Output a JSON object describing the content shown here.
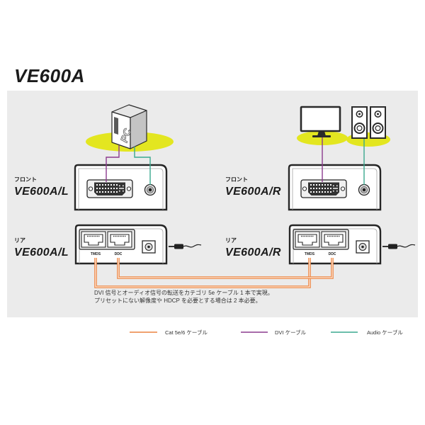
{
  "title": "VE600A",
  "colors": {
    "panel": "#ebebeb",
    "highlight": "#e3e620",
    "cat": "#ec8440",
    "dvi": "#8c3a8e",
    "audio": "#3aa98f"
  },
  "devices": {
    "pc": {
      "label": "PC",
      "icon": "pc-tower-icon"
    },
    "monitor": {
      "icon": "monitor-icon"
    },
    "speakers": {
      "icon": "speakers-icon"
    }
  },
  "front_left": {
    "view": "フロント",
    "model": "VE600A/L"
  },
  "front_right": {
    "view": "フロント",
    "model": "VE600A/R"
  },
  "rear_left": {
    "view": "リア",
    "model": "VE600A/L",
    "ports": [
      "TMDS",
      "DDC"
    ]
  },
  "rear_right": {
    "view": "リア",
    "model": "VE600A/R",
    "ports": [
      "TMDS",
      "DDC"
    ]
  },
  "note": [
    "DVI 信号とオーディオ信号の転送をカテゴリ 5e ケーブル 1 本で実現。",
    "プリセットにない解像度や HDCP を必要とする場合は 2 本必要。"
  ],
  "legend": [
    {
      "label": "Cat 5e/6 ケーブル"
    },
    {
      "label": "DVI ケーブル"
    },
    {
      "label": "Audio ケーブル"
    }
  ]
}
